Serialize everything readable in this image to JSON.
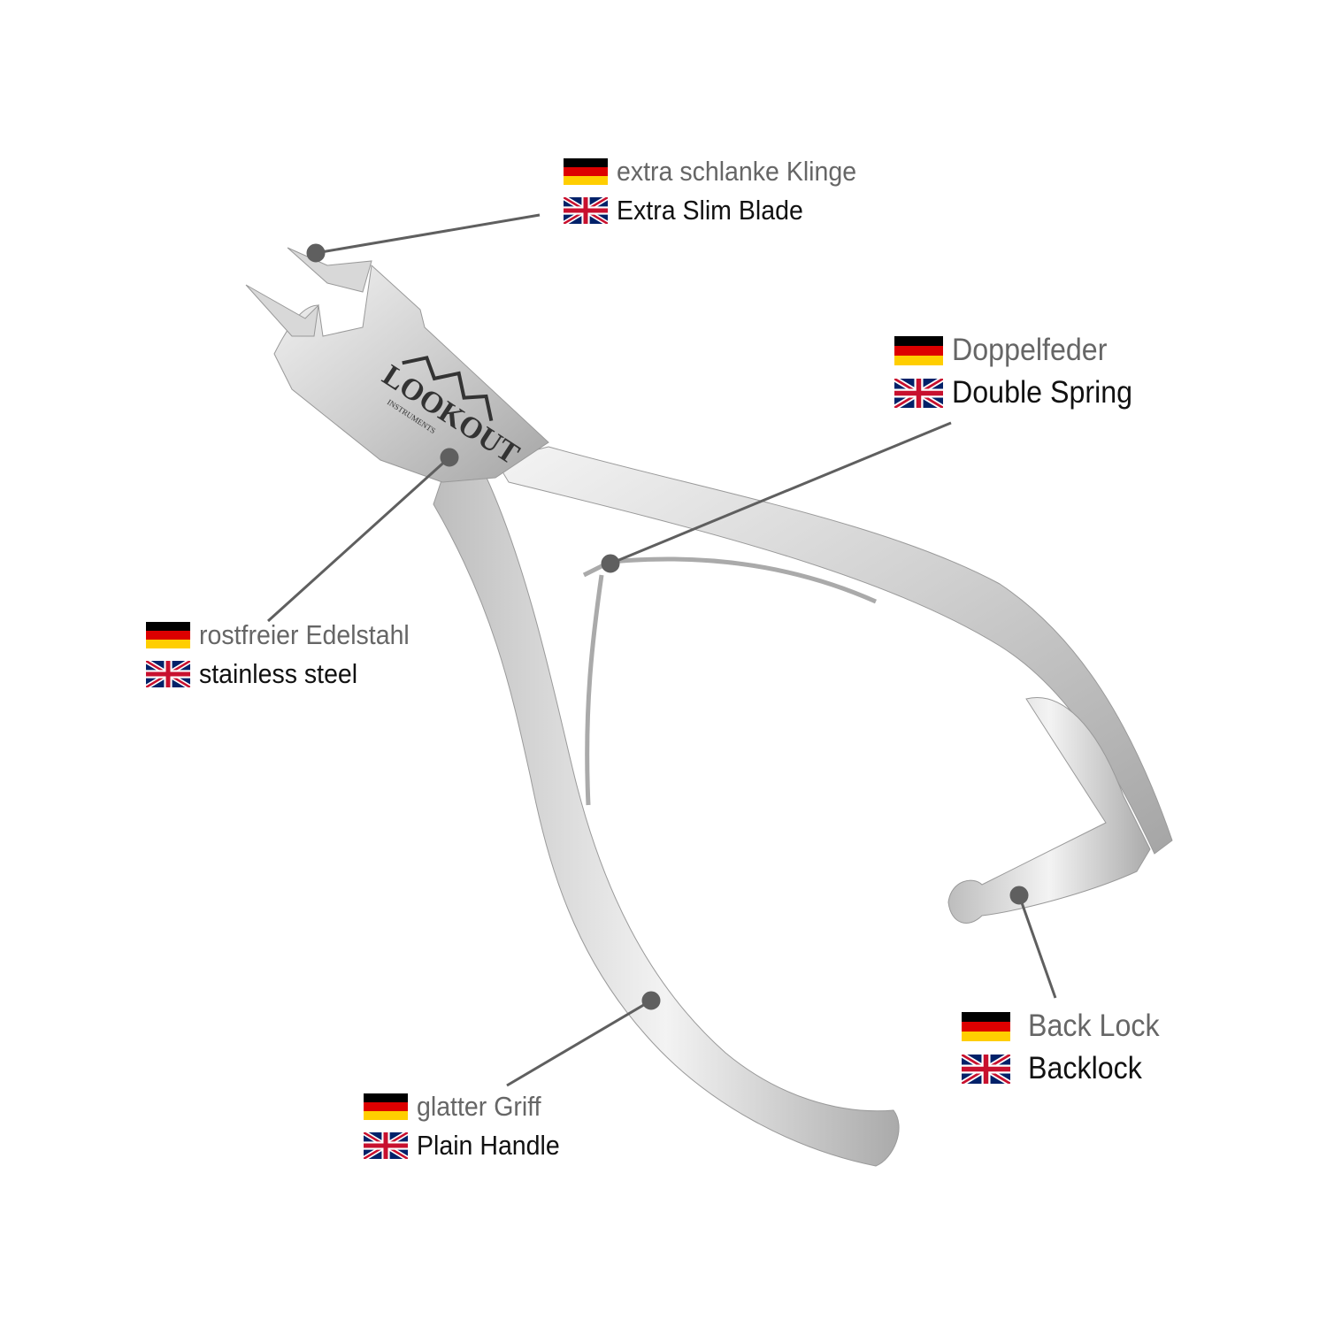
{
  "logo": {
    "brand": "LOOKOUT",
    "subtitle": "INSTRUMENTS"
  },
  "callouts": [
    {
      "de": "extra schlanke Klinge",
      "en": "Extra Slim Blade"
    },
    {
      "de": "Doppelfeder",
      "en": "Double Spring"
    },
    {
      "de": "rostfreier Edelstahl",
      "en": "stainless steel"
    },
    {
      "de": "Back Lock",
      "en": "Backlock"
    },
    {
      "de": "glatter Griff",
      "en": "Plain Handle"
    }
  ],
  "colors": {
    "text_de": "#666666",
    "text_en": "#111111",
    "leader": "#5f5f5f",
    "steel_light": "#f2f2f2",
    "steel_dark": "#9a9a9a"
  }
}
